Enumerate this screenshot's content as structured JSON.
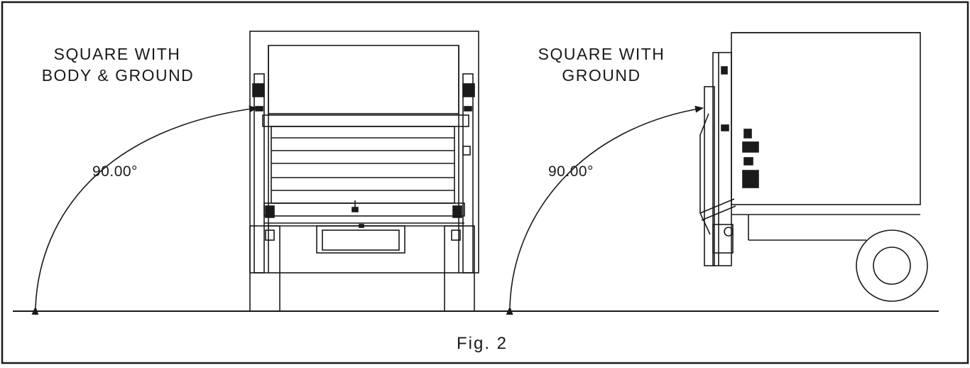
{
  "left_view": {
    "label_line1": "SQUARE WITH",
    "label_line2": "BODY & GROUND",
    "angle": "90.00°"
  },
  "right_view": {
    "label_line1": "SQUARE WITH",
    "label_line2": "GROUND",
    "angle": "90.00°"
  },
  "caption": "Fig. 2",
  "colors": {
    "ink": "#1a1a1a",
    "background": "#ffffff"
  }
}
